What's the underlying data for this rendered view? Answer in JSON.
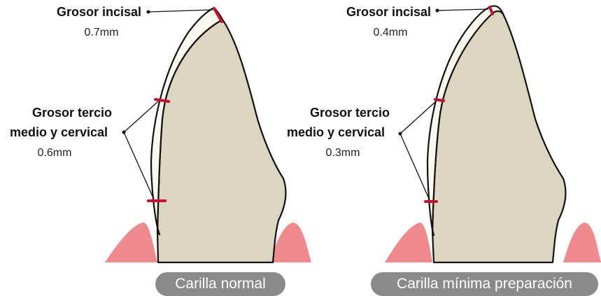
{
  "diagrams": [
    {
      "incisal_label": "Grosor incisal",
      "incisal_value": "0.7mm",
      "mid_label_line1": "Grosor tercio",
      "mid_label_line2": "medio y cervical",
      "mid_value": "0.6mm",
      "caption": "Carilla normal"
    },
    {
      "incisal_label": "Grosor incisal",
      "incisal_value": "0.4mm",
      "mid_label_line1": "Grosor tercio",
      "mid_label_line2": "medio y cervical",
      "mid_value": "0.3mm",
      "caption": "Carilla mínima preparación"
    }
  ],
  "colors": {
    "tooth": "#dcd5bf",
    "veneer": "#fbf8f0",
    "gum": "#ee8a8e",
    "marker": "#c8102e",
    "caption_bg": "#8a8a8a"
  }
}
